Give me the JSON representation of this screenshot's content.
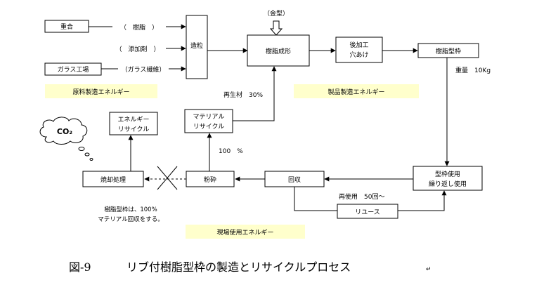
{
  "inputs": {
    "juugou": "重合",
    "glass_factory": "ガラス工場",
    "resin_label": "（　樹脂　）",
    "additive_label": "（　添加剤　）",
    "glassfiber_label": "（ガラス繊維）"
  },
  "processes": {
    "granulation": "造粒",
    "mold_label": "（金型）",
    "resin_molding": "樹脂成形",
    "post_processing_line1": "後加工",
    "post_processing_line2": "穴あけ",
    "resin_formwork": "樹脂型枠",
    "weight": "重量　10Kg",
    "formwork_use_line1": "型枠使用",
    "formwork_use_line2": "繰り返し使用",
    "collection": "回収",
    "reuse_count": "再使用　50回～",
    "reuse": "リユース",
    "crushing": "粉砕",
    "material_recycle_line1": "マテリアル",
    "material_recycle_line2": "リサイクル",
    "recycled_ratio": "再生材　30%",
    "hundred_percent": "100　%",
    "incineration": "焼却処理",
    "energy_recycle_line1": "エネルギー",
    "energy_recycle_line2": "リサイクル",
    "co2": "CO₂"
  },
  "bands": {
    "raw_material_energy": "原料製造エネルギー",
    "product_energy": "製品製造エネルギー",
    "site_energy": "現場使用エネルギー"
  },
  "note": {
    "line1": "樹脂型枠は、100%",
    "line2": "マテリアル回収をする。"
  },
  "caption": {
    "number": "図-9",
    "title": "リブ付樹脂型枠の製造とリサイクルプロセス",
    "mark": "↵"
  }
}
